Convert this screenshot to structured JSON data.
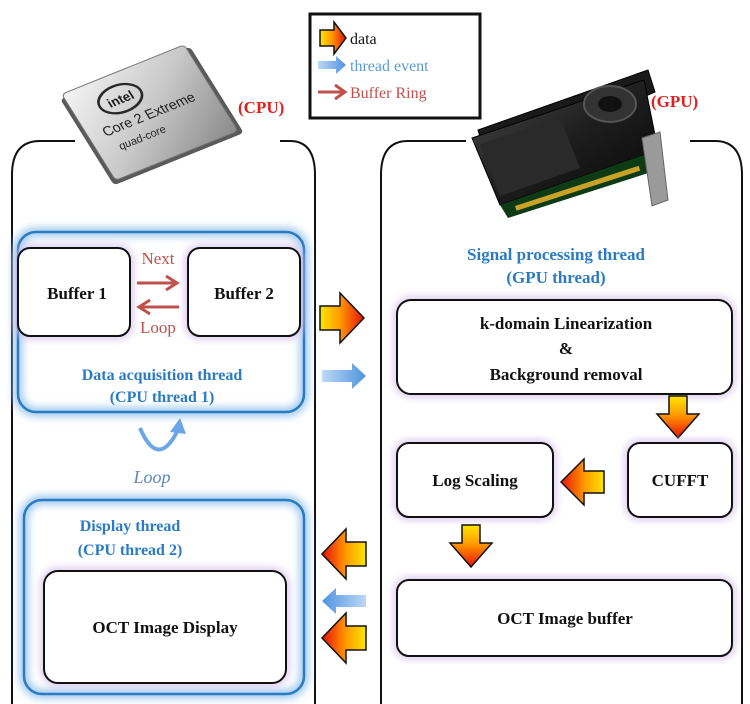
{
  "legend": {
    "data_label": "data",
    "thread_event_label": "thread event",
    "buffer_ring_label": "Buffer Ring"
  },
  "cpu": {
    "label": "(CPU)",
    "chip_brand": "intel",
    "chip_model": "Core 2 Extreme",
    "chip_sub": "quad-core"
  },
  "gpu": {
    "label": "(GPU)"
  },
  "acquisition": {
    "buffer1": "Buffer 1",
    "buffer2": "Buffer 2",
    "next": "Next",
    "loop_inner": "Loop",
    "title_line1": "Data acquisition thread",
    "title_line2": "(CPU thread 1)",
    "loop_outer": "Loop"
  },
  "display": {
    "title_line1": "Display thread",
    "title_line2": "(CPU thread 2)",
    "box_label": "OCT Image Display"
  },
  "signal": {
    "title_line1": "Signal processing thread",
    "title_line2": "(GPU thread)",
    "lin_line1": "k-domain Linearization",
    "lin_line2": "&",
    "lin_line3": "Background removal",
    "cufft": "CUFFT",
    "log": "Log Scaling",
    "buffer": "OCT Image buffer"
  },
  "colors": {
    "thread_blue": "#2b7ac4",
    "event_arrow": "#6aa6e6",
    "ring_red": "#c0504d",
    "cpu_label": "#e0201c",
    "box_border": "#111111"
  }
}
